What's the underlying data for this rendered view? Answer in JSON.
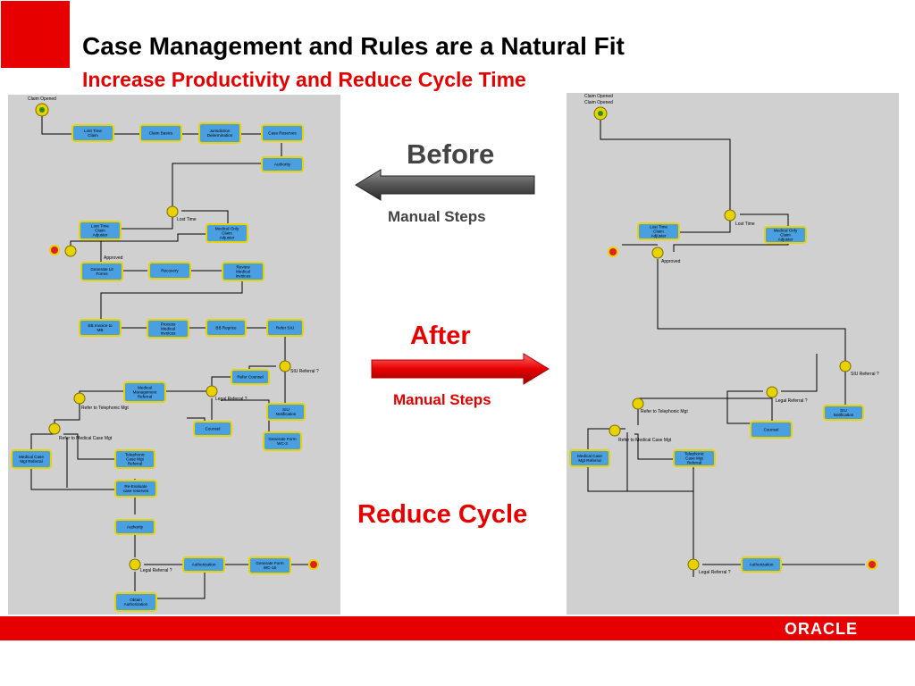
{
  "header": {
    "title": "Case Management and Rules are a Natural Fit",
    "subtitle": "Increase Productivity and Reduce Cycle Time"
  },
  "labels": {
    "before": "Before",
    "before_steps": "Manual Steps",
    "after": "After",
    "after_steps": "Manual Steps",
    "reduce": "Reduce Cycle"
  },
  "footer": {
    "brand": "ORACLE"
  },
  "colors": {
    "brand_red": "#e60000",
    "panel_bg": "#d0d0d0",
    "node_fill": "#4a9fe0",
    "node_border": "#e8d200"
  },
  "before_diagram": {
    "start_label": "Claim Opened",
    "nodes": [
      {
        "id": "b1",
        "text": "Lost Time Claim"
      },
      {
        "id": "b2",
        "text": "Claim Basics"
      },
      {
        "id": "b3",
        "text": "Jurisdiction Determination"
      },
      {
        "id": "b4",
        "text": "Case Reserves"
      },
      {
        "id": "b5",
        "text": "Authority"
      },
      {
        "id": "b6",
        "text": "Lost Time Claim Adjuster"
      },
      {
        "id": "b7",
        "text": "Medical Only Claim Adjuster"
      },
      {
        "id": "b8",
        "text": "Generate Lit Forms"
      },
      {
        "id": "b9",
        "text": "Recovery"
      },
      {
        "id": "b10",
        "text": "Review Medical Invoices"
      },
      {
        "id": "b11",
        "text": "EB Invoice to MB"
      },
      {
        "id": "b12",
        "text": "Process Medical Invoices"
      },
      {
        "id": "b13",
        "text": "BB Reprice"
      },
      {
        "id": "b14",
        "text": "Refer SIU"
      },
      {
        "id": "b15",
        "text": "Refer Counsel"
      },
      {
        "id": "b16",
        "text": "Medical Management Referral"
      },
      {
        "id": "b17",
        "text": "SIU Notification"
      },
      {
        "id": "b18",
        "text": "Counsel"
      },
      {
        "id": "b19",
        "text": "Generate Form WC-3"
      },
      {
        "id": "b20",
        "text": "Medical Case Mgt Referral"
      },
      {
        "id": "b21",
        "text": "Telephonic Case Mgt Referral"
      },
      {
        "id": "b22",
        "text": "Re-Evaluate case reserves"
      },
      {
        "id": "b23",
        "text": "Authority"
      },
      {
        "id": "b24",
        "text": "Authorization"
      },
      {
        "id": "b25",
        "text": "Generate Form WC-15"
      },
      {
        "id": "b26",
        "text": "Obtain Authorization"
      }
    ],
    "decision_labels": [
      "Lost Time",
      "Approved",
      "SIU Referral ?",
      "Legal Referral ?",
      "Refer to Telephonic Mgt",
      "Refer to Medical Case Mgt",
      "Legal Referral ?"
    ]
  },
  "after_diagram": {
    "start_label": "Claim Opened",
    "start_label_2": "Claim Opened",
    "nodes": [
      {
        "id": "a1",
        "text": "Lost Time Claim Adjuster"
      },
      {
        "id": "a2",
        "text": "Medical Only Claim Adjuster"
      },
      {
        "id": "a3",
        "text": "SIU Notification"
      },
      {
        "id": "a4",
        "text": "Counsel"
      },
      {
        "id": "a5",
        "text": "Medical Case Mgt Referral"
      },
      {
        "id": "a6",
        "text": "Telephonic Case Mgt Referral"
      },
      {
        "id": "a7",
        "text": "Authorization"
      }
    ],
    "decision_labels": [
      "Lost Time",
      "Approved",
      "SIU Referral ?",
      "Legal Referral ?",
      "Refer to Telephonic Mgt",
      "Refer to Medical Case Mgt",
      "Legal Referral ?"
    ]
  }
}
